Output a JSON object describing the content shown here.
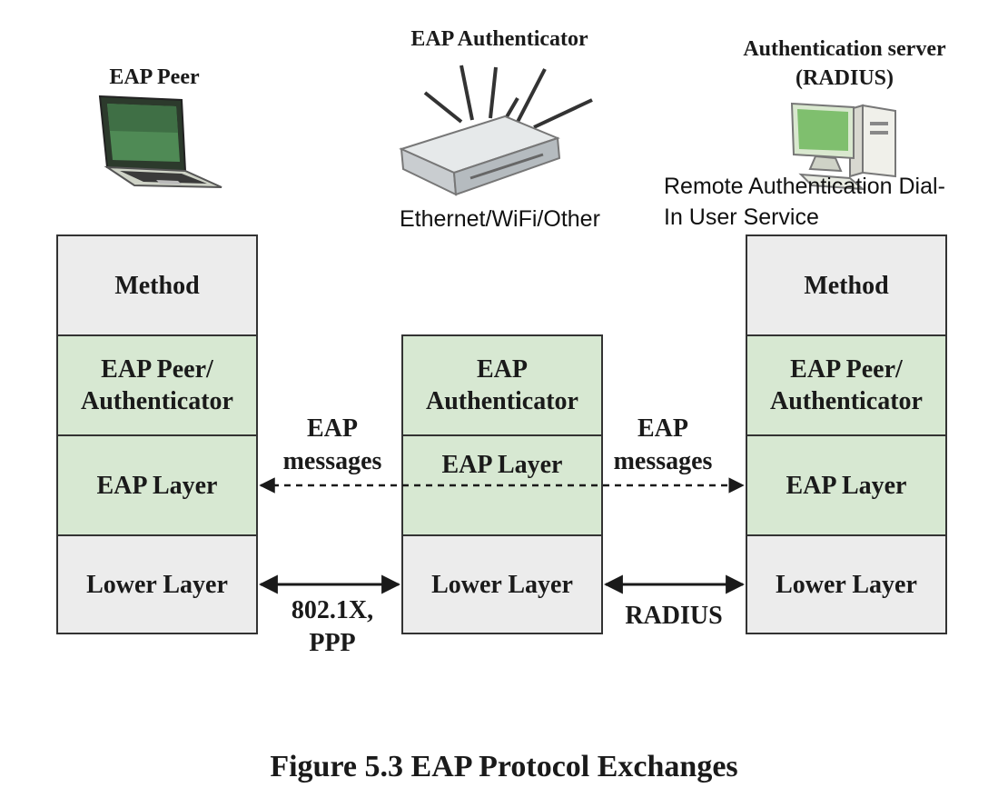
{
  "devices": {
    "peer": {
      "label": "EAP Peer"
    },
    "authenticator": {
      "label": "EAP Authenticator",
      "sublabel": "Ethernet/WiFi/Other"
    },
    "server": {
      "label": "Authentication server\n(RADIUS)",
      "sublabel": "Remote Authentication Dial-\nIn User Service"
    }
  },
  "stacks": {
    "left": [
      "Method",
      "EAP Peer/\nAuthenticator",
      "EAP Layer",
      "Lower Layer"
    ],
    "middle": [
      "EAP\nAuthenticator",
      "EAP Layer",
      "Lower Layer"
    ],
    "right": [
      "Method",
      "EAP Peer/\nAuthenticator",
      "EAP Layer",
      "Lower Layer"
    ]
  },
  "links": {
    "eap_left": "EAP\nmessages",
    "eap_right": "EAP\nmessages",
    "lower_left": "802.1X,\nPPP",
    "lower_right": "RADIUS"
  },
  "caption": "Figure 5.3 EAP Protocol Exchanges",
  "colors": {
    "gray_layer": "#ececec",
    "green_layer": "#d7e8d2",
    "border": "#333333"
  }
}
